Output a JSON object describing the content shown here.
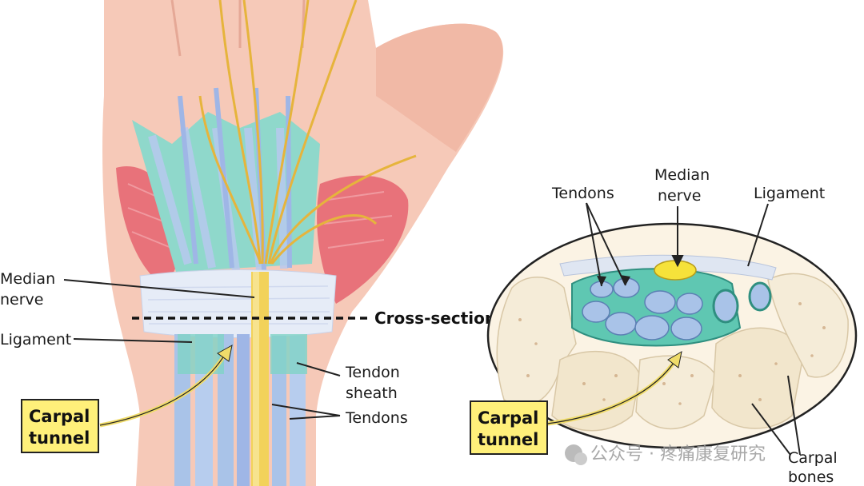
{
  "left_labels": {
    "median_nerve": [
      "Median",
      "nerve"
    ],
    "ligament": "Ligament",
    "cross_section": "Cross-section",
    "tendon_sheath": [
      "Tendon",
      "sheath"
    ],
    "tendons": "Tendons",
    "carpal_tunnel": [
      "Carpal",
      "tunnel"
    ]
  },
  "right_labels": {
    "tendons": "Tendons",
    "median_nerve": [
      "Median",
      "nerve"
    ],
    "ligament": "Ligament",
    "carpal_tunnel": [
      "Carpal",
      "tunnel"
    ],
    "carpal_bones": [
      "Carpal",
      "bones"
    ]
  },
  "watermark": "公众号 · 疼痛康复研究",
  "colors": {
    "skin": "#f6c9b8",
    "skin_dark": "#eab3a0",
    "muscle": "#e8727a",
    "tendon_teal": "#7fd3c6",
    "tendon_blue": "#a9c3e8",
    "nerve": "#f2d25a",
    "nerve_branch": "#e6b43c",
    "ligament": "#e6ecf7",
    "bone": "#f5ecd8",
    "callout": "#fff07a"
  }
}
